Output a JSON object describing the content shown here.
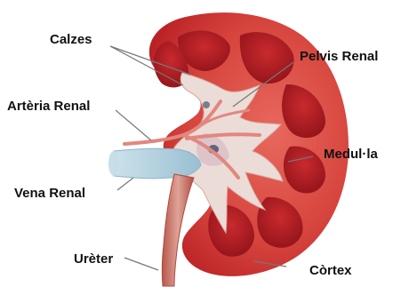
{
  "labels": {
    "calzes": "Calzes",
    "pelvis": "Pelvis Renal",
    "arteria": "Artèria Renal",
    "medulla": "Medul·la",
    "vena": "Vena Renal",
    "ureter": "Urèter",
    "cortex": "Còrtex"
  },
  "colors": {
    "cortex_outer": "#c8262b",
    "cortex_inner": "#d94a43",
    "medulla": "#a8181f",
    "pelvis": "#ead9d4",
    "vein": "#b7d3e0",
    "artery": "#e79a93",
    "ureter": "#c86a5d"
  }
}
